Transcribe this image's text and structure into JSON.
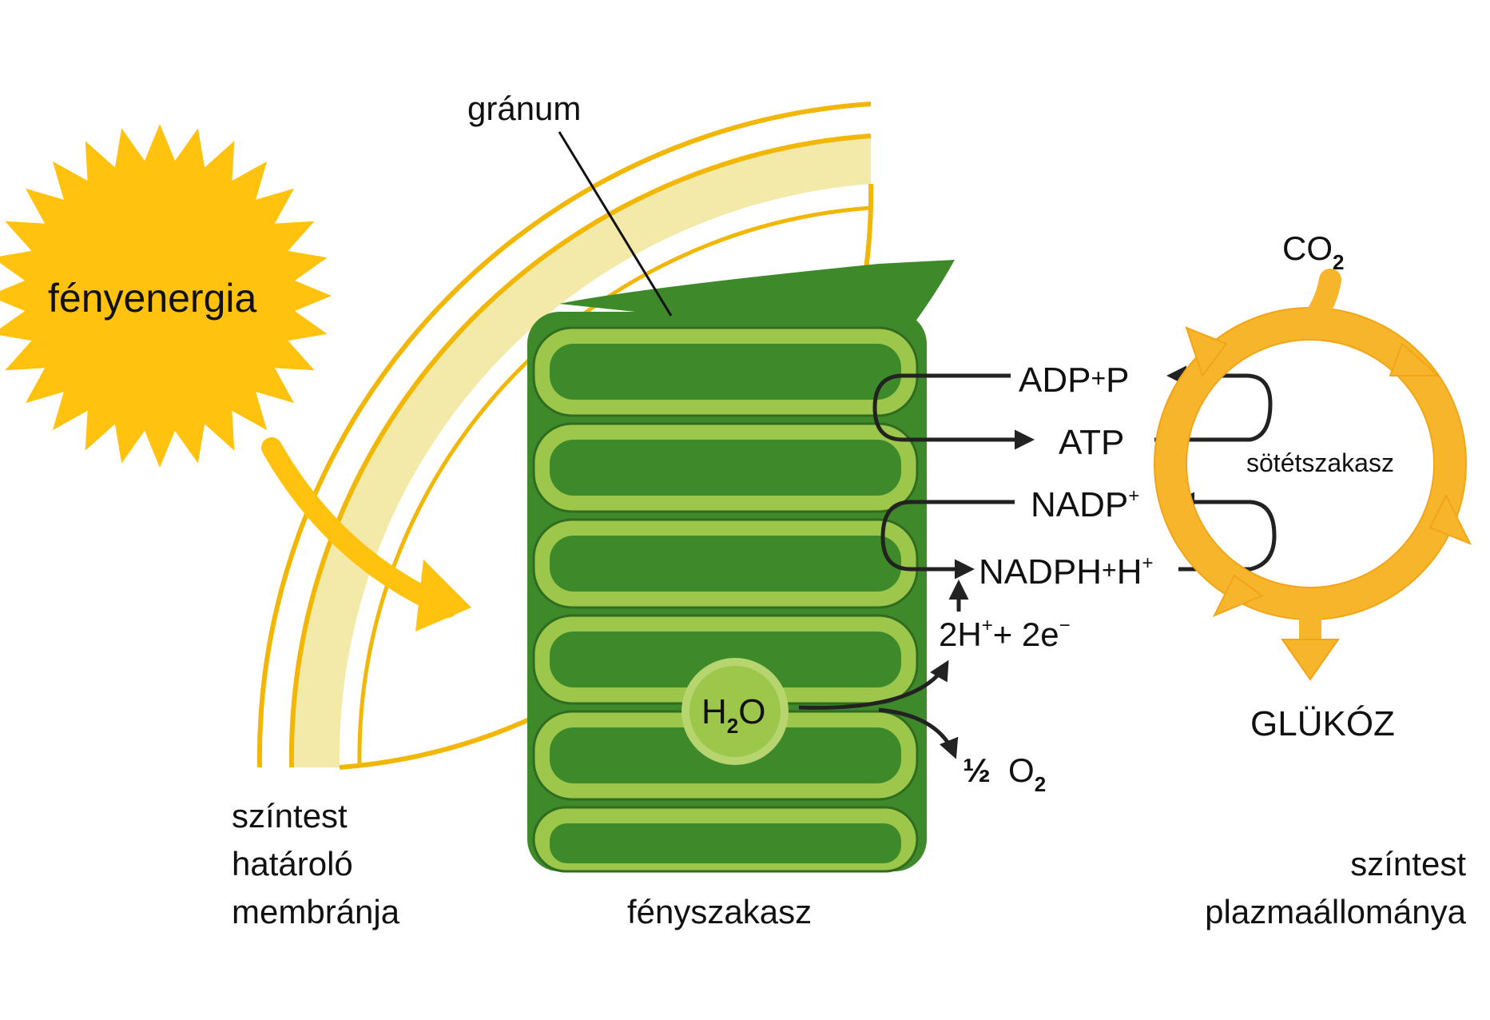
{
  "labels": {
    "sun": "fényenergia",
    "granum": "gránum",
    "membrane_line1": "színtest",
    "membrane_line2": "határoló",
    "membrane_line3": "membránja",
    "light_phase": "fényszakasz",
    "dark_phase": "sötétszakasz",
    "stroma_line1": "színtest",
    "stroma_line2": "plazmaállománya",
    "glucose": "GLÜKÓZ",
    "adp": "ADP",
    "adp_plus": "+",
    "adp_p": "P",
    "atp": "ATP",
    "nadp": "NADP",
    "nadp_sup": "+",
    "nadph": "NADPH",
    "nadph_plus": "+",
    "nadph_h": "H",
    "nadph_h_sup": "+",
    "h_ions": "2H",
    "h_ions_sup": "+",
    "h_ions_plus": "+ 2e",
    "electron_sup": "−",
    "water_h": "H",
    "water_sub": "2",
    "water_o": "O",
    "oxygen_half": "½",
    "oxygen_o": "O",
    "oxygen_sub": "2",
    "co2_c": "CO",
    "co2_sub": "2"
  },
  "colors": {
    "sun": "#FFC20E",
    "membrane_fill": "#F3E9A8",
    "membrane_edge": "#F2B705",
    "granum_dark": "#3E8A2A",
    "granum_light": "#9DC74A",
    "cycle": "#F7B52C",
    "arrow": "#222222"
  }
}
